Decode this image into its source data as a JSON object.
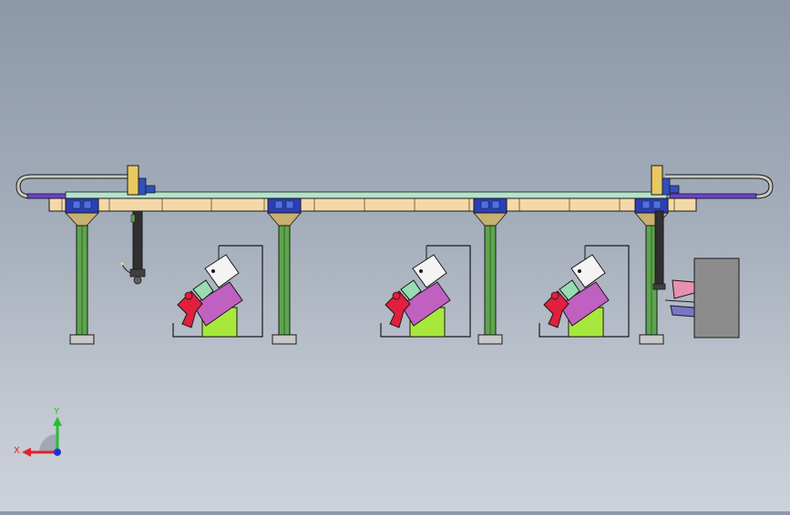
{
  "viewport": {
    "background_top": "#8c98a8",
    "background_bottom": "#cdd2da"
  },
  "triad": {
    "x_label": "X",
    "y_label": "Y",
    "x_color": "#e0202a",
    "y_color": "#20c030",
    "z_color": "#2030d0"
  },
  "colors": {
    "beam": "#f4d9a8",
    "rail": "#b4e4cc",
    "column": "#5ca64c",
    "carriage": "#2a3fb8",
    "cable_chain": "#c8c8c0",
    "fixture_white": "#f4f4f4",
    "fixture_magenta": "#c060c0",
    "fixture_green": "#a8e83c",
    "fixture_red": "#e0203c",
    "fixture_mint": "#98dcb0",
    "stacker": "#8c8c8c",
    "outline": "#1a1a1a"
  },
  "components": {
    "columns": 4,
    "machine_stations": 3
  }
}
